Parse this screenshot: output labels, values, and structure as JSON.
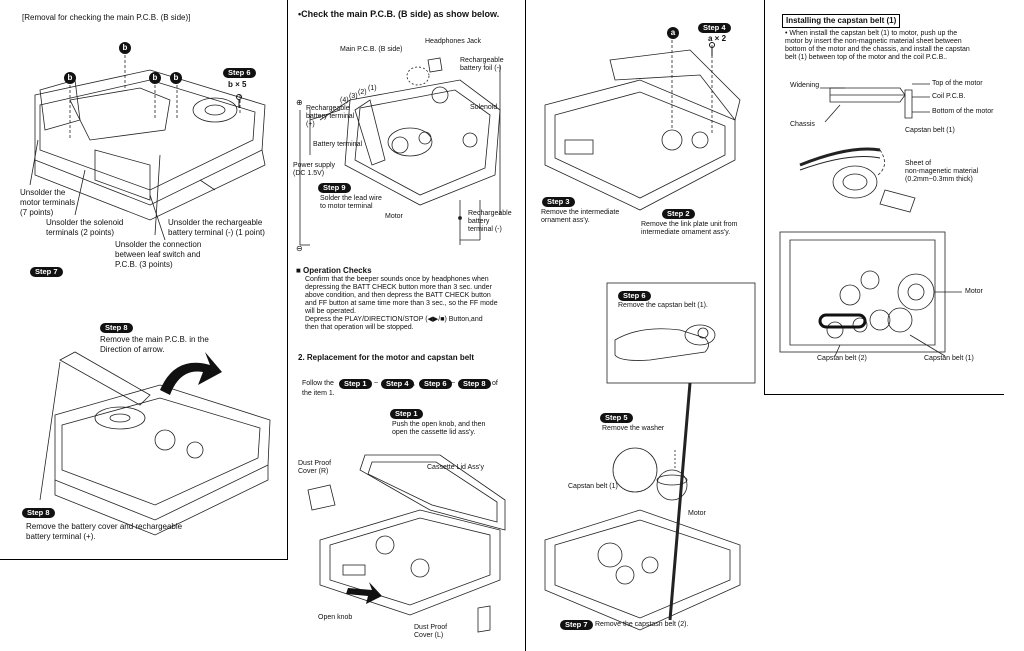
{
  "col1": {
    "title": "[Removal for checking the main P.C.B. (B side)]",
    "b_label": "b",
    "step6": "Step 6",
    "step6_count": "b × 5",
    "unsolder_motor": "Unsolder the\nmotor terminals\n(7 points)",
    "unsolder_solenoid": "Unsolder the solenoid\nterminals (2 points)",
    "unsolder_battery": "Unsolder the rechargeable\nbattery terminal (-) (1 point)",
    "unsolder_connection": "Unsolder the connection\nbetween leaf switch and\nP.C.B. (3 points)",
    "step7": "Step 7",
    "step8a": "Step 8",
    "step8a_text": "Remove the main P.C.B. in the\nDirection of arrow.",
    "step8b": "Step 8",
    "step8b_text": "Remove the battery cover and rechargeable\nbattery terminal (+)."
  },
  "col2": {
    "title": "•Check the main P.C.B. (B side) as show below.",
    "main_pcb": "Main P.C.B. (B side)",
    "headphones": "Headphones Jack",
    "rech_foil": "Rechargeable\nbattery foil (-)",
    "plus_sign": "⊕",
    "rech_terminal_plus": "Rechargeable\nbattery terminal\n(+)",
    "battery_terminal": "Battery terminal",
    "solenoid": "Solenoid",
    "power_supply": "Power supply\n(DC 1.5V)",
    "step9": "Step 9",
    "step9_text": "Solder the lead wire\nto motor terminal",
    "motor": "Motor",
    "rech_terminal_minus": "Rechargeable\nbattery\nterminal (-)",
    "minus_sign": "⊖",
    "nums": [
      "(4)",
      "(3)",
      "(2)",
      "(1)"
    ],
    "op_title": "■ Operation Checks",
    "op_text": "Confirm that the beeper sounds once by headphones when\ndepressing the BATT CHECK button more than 3 sec. under\nabove condition, and then depress the BATT CHECK button\nand FF button at same time more than 3 sec., so the FF mode\nwill be operated.\nDepress the PLAY/DIRECTION/STOP (◀▶/■) Button,and\nthen that operation will be stopped.",
    "sec2_title": "2. Replacement for the motor and capstan belt",
    "follow_pre": "Follow the",
    "follow_s1": "Step 1",
    "follow_tilde1": "~",
    "follow_s4": "Step 4",
    "follow_comma": ",",
    "follow_s6": "Step 6",
    "follow_tilde2": "~",
    "follow_s8": "Step 8",
    "follow_of": "of",
    "follow_post": "the item 1.",
    "step1": "Step 1",
    "step1_text": "Push the open knob, and then\nopen the cassette lid ass'y.",
    "dust_r": "Dust Proof\nCover (R)",
    "lid": "Cassette Lid  Ass'y",
    "open_knob": "Open knob",
    "dust_l": "Dust Proof\nCover (L)"
  },
  "col3": {
    "a_label": "a",
    "step4": "Step 4",
    "step4_count": "a × 2",
    "step3": "Step 3",
    "step3_text": "Remove the intermediate\nornament ass'y.",
    "step2": "Step 2",
    "step2_text": "Remove the link plate unit from\nintermediate ornament ass'y.",
    "step6": "Step 6",
    "step6_text": "Remove the capstan belt (1).",
    "step5": "Step 5",
    "step5_text": "Remove the washer",
    "capstan1": "Capstan belt (1)",
    "motor": "Motor",
    "step7": "Step 7",
    "step7_text": "Remove the capstasn belt (2)."
  },
  "col4": {
    "title": "Installing the capstan belt (1)",
    "bullet": "• When install the capstan belt (1) to motor, push up the\n  motor by insert the non-magnetic material sheet between\n  bottom of the motor and the chassis, and install the capstan\n  belt (1) between top of the motor and the coil P.C.B..",
    "widening": "Widening",
    "top_motor": "Top of the motor",
    "coil_pcb": "Coil P.C.B.",
    "bottom_motor": "Bottom of the motor",
    "chassis": "Chassis",
    "capstan1": "Capstan belt (1)",
    "sheet": "Sheet of\nnon-magenetic material\n(0.2mm~0.3mm thick)",
    "motor": "Motor",
    "capstan2": "Capstan belt (2)",
    "capstan1b": "Capstan belt (1)"
  }
}
